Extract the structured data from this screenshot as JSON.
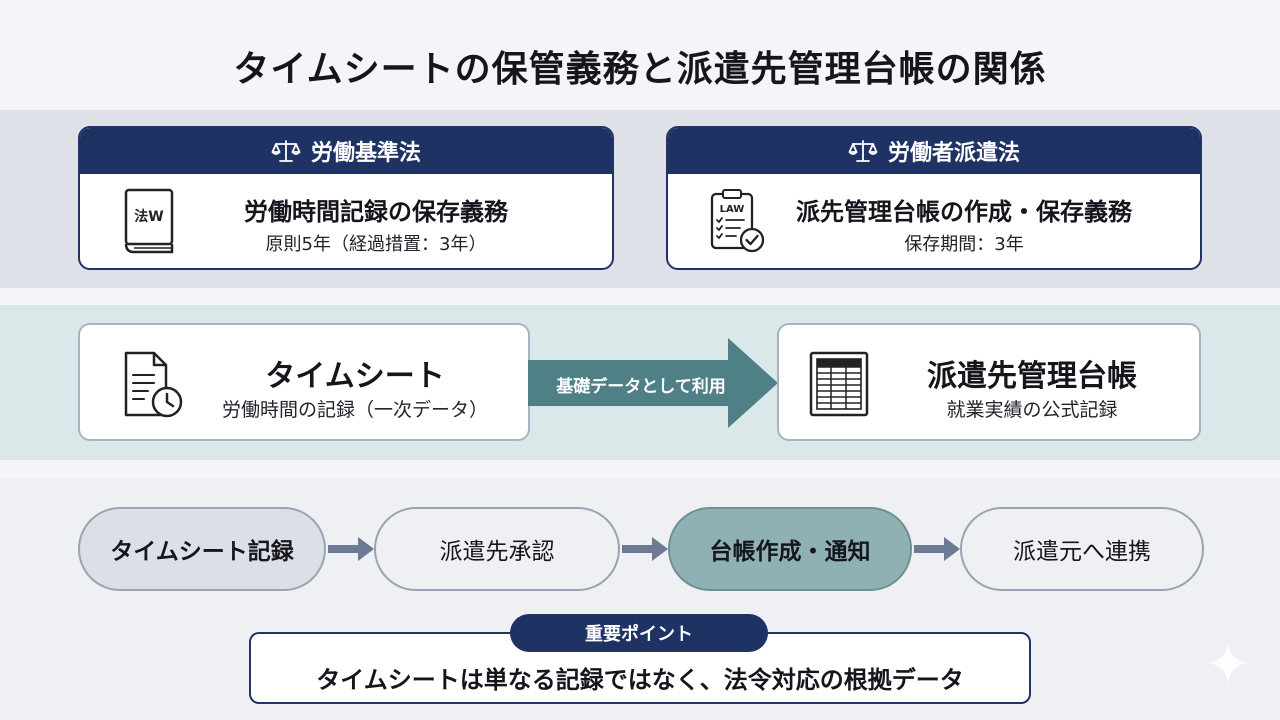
{
  "title": "タイムシートの保管義務と派遣先管理台帳の関係",
  "laws": [
    {
      "header": "労働基準法",
      "icon": "law-book-icon",
      "icon_label": "法W",
      "main": "労働時間記録の保存義務",
      "sub": "原則5年（経過措置：3年）"
    },
    {
      "header": "労働者派遣法",
      "icon": "law-clipboard-check-icon",
      "icon_label": "LAW",
      "main": "派先管理台帳の作成・保存義務",
      "sub": "保存期間：3年"
    }
  ],
  "flow": {
    "source": {
      "icon": "document-clock-icon",
      "title": "タイムシート",
      "sub": "労働時間の記録（一次データ）"
    },
    "arrow_label": "基礎データとして利用",
    "target": {
      "icon": "ledger-table-icon",
      "title": "派遣先管理台帳",
      "sub": "就業実績の公式記録"
    }
  },
  "process": [
    "タイムシート記録",
    "派遣先承認",
    "台帳作成・通知",
    "派遣元へ連携"
  ],
  "key_point": {
    "label": "重要ポイント",
    "text": "タイムシートは単なる記録ではなく、法令対応の根拠データ"
  },
  "colors": {
    "navy": "#1f3264",
    "teal_arrow": "#4f8086",
    "accent_pill": "#8fb1b4"
  }
}
